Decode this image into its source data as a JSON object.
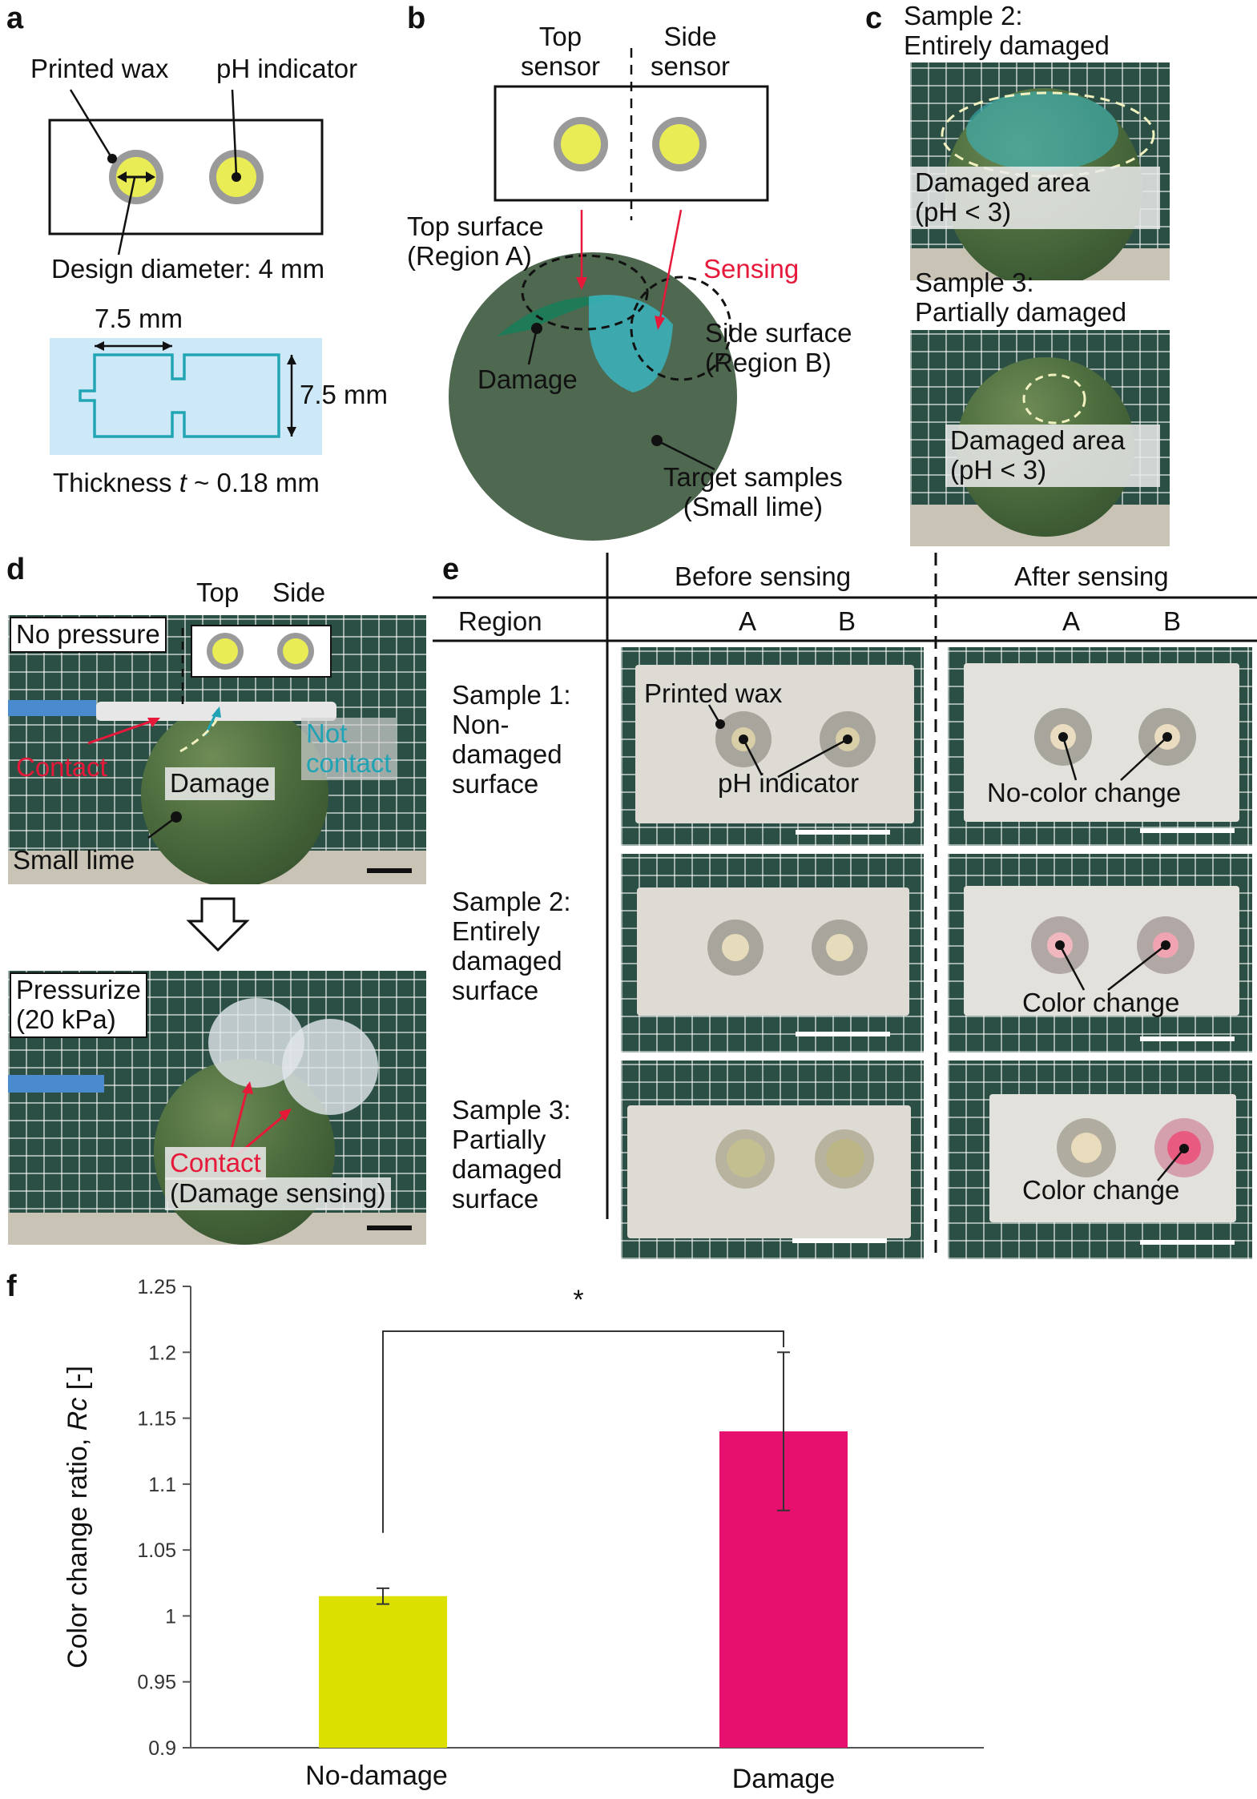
{
  "panels": {
    "a": {
      "label": "a",
      "printed_wax": "Printed wax",
      "ph_indicator": "pH indicator",
      "design_diameter": "Design diameter: 4 mm",
      "width_dim": "7.5 mm",
      "height_dim": "7.5 mm",
      "thickness_prefix": "Thickness ",
      "thickness_var": "t",
      "thickness_suffix": " ~ 0.18 mm"
    },
    "b": {
      "label": "b",
      "top_sensor": [
        "Top",
        "sensor"
      ],
      "side_sensor": [
        "Side",
        "sensor"
      ],
      "top_surface": [
        "Top surface",
        "(Region A)"
      ],
      "sensing": "Sensing",
      "side_surface": [
        "Side surface",
        "(Region B)"
      ],
      "damage": "Damage",
      "target": [
        "Target samples",
        "(Small lime)"
      ]
    },
    "c": {
      "label": "c",
      "sample2": [
        "Sample 2:",
        "Entirely damaged"
      ],
      "damaged_area": [
        "Damaged area",
        "(pH < 3)"
      ],
      "sample3": [
        "Sample 3:",
        "Partially damaged"
      ]
    },
    "d": {
      "label": "d",
      "top": "Top",
      "side": "Side",
      "no_pressure": "No pressure",
      "contact": "Contact",
      "not_contact": [
        "Not",
        "contact"
      ],
      "damage": "Damage",
      "small_lime": "Small lime",
      "pressurize": [
        "Pressurize",
        "(20 kPa)"
      ],
      "contact2": "Contact",
      "damage_sensing": "(Damage sensing)"
    },
    "e": {
      "label": "e",
      "before": "Before sensing",
      "after": "After sensing",
      "region": "Region",
      "col_a": "A",
      "col_b": "B",
      "rows": [
        [
          "Sample 1:",
          "Non-",
          "damaged",
          "surface"
        ],
        [
          "Sample 2:",
          "Entirely",
          "damaged",
          "surface"
        ],
        [
          "Sample 3:",
          "Partially",
          "damaged",
          "surface"
        ]
      ],
      "printed_wax": "Printed wax",
      "ph_indicator": "pH indicator",
      "no_color_change": "No-color change",
      "color_change": "Color change"
    },
    "f": {
      "label": "f"
    }
  },
  "chart_data": {
    "type": "bar",
    "categories": [
      "No-damage",
      "Damage"
    ],
    "values": [
      1.015,
      1.14
    ],
    "errors": [
      0.006,
      0.06
    ],
    "colors": [
      "#dbe000",
      "#e8106f"
    ],
    "ylabel_main": "Color change ratio, ",
    "ylabel_var": "Rc",
    "ylabel_unit": " [-]",
    "ylim": [
      0.9,
      1.25
    ],
    "yticks": [
      "0.9",
      "0.95",
      "1",
      "1.05",
      "1.1",
      "1.15",
      "1.2",
      "1.25"
    ],
    "significance": "*",
    "grid": false
  }
}
